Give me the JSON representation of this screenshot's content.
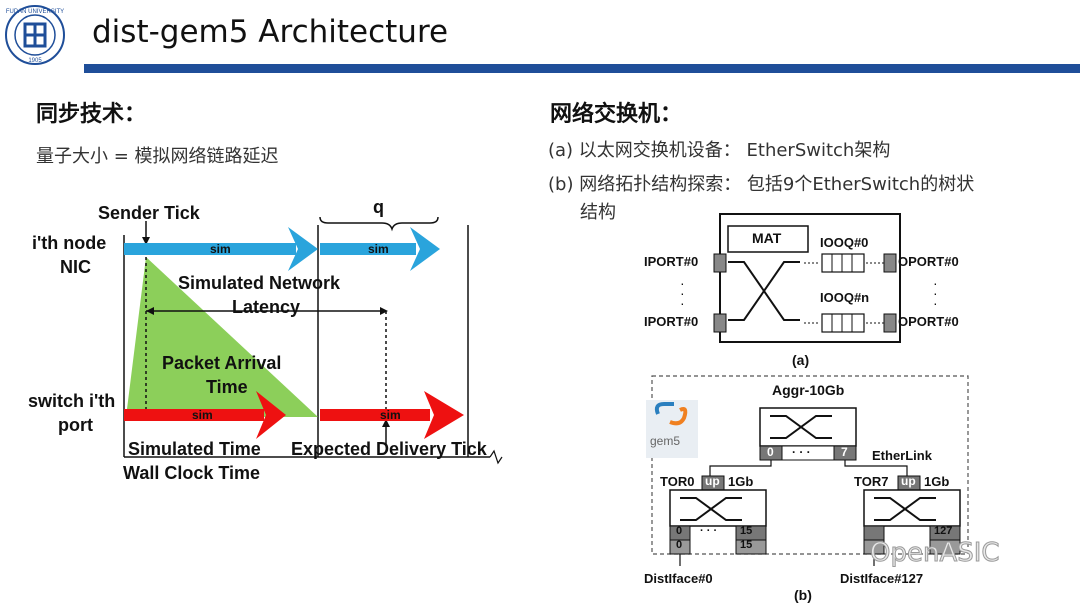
{
  "header": {
    "title": "dist-gem5 Architecture",
    "logo_text": "FUDAN UNIVERSITY",
    "logo_year": "1905",
    "bar_color": "#1f4e99"
  },
  "left": {
    "heading": "同步技术：",
    "line1": "量子大小 = 模拟网络链路延迟",
    "diagram": {
      "sender_tick": "Sender Tick",
      "q": "q",
      "node_label_1": "i'th node",
      "node_label_2": "NIC",
      "sim": "sim",
      "sim_net_1": "Simulated Network",
      "sim_net_2": "Latency",
      "packet_1": "Packet Arrival",
      "packet_2": "Time",
      "switch_1": "switch i'th",
      "switch_2": "port",
      "simulated_time": "Simulated Time",
      "expected_delivery": "Expected Delivery Tick",
      "wall_clock": "Wall Clock Time",
      "colors": {
        "arrow_blue": "#2aa4dc",
        "arrow_red": "#ee1111",
        "triangle": "#8ccf5a"
      }
    }
  },
  "right": {
    "heading": "网络交换机：",
    "item_a": "(a) 以太网交换机设备：  EtherSwitch架构",
    "item_b_1": "(b) 网络拓扑结构探索：  包括9个EtherSwitch的树状",
    "item_b_2": "结构",
    "fig_a": {
      "mat": "MAT",
      "iooq0": "IOOQ#0",
      "iooqn": "IOOQ#n",
      "iport_top": "IPORT#0",
      "iport_bot": "IPORT#0",
      "oport_top": "OPORT#0",
      "oport_bot": "OPORT#0",
      "caption": "(a)"
    },
    "fig_b": {
      "aggr": "Aggr-10Gb",
      "port0": "0",
      "dots": "· · ·",
      "port7": "7",
      "etherlink": "EtherLink",
      "tor0": "TOR0",
      "tor7": "TOR7",
      "up": "up",
      "gb1": "1Gb",
      "p0": "0",
      "p15": "15",
      "p127": "127",
      "distiface0": "DistIface#0",
      "distiface127": "DistIface#127",
      "gem5": "gem5",
      "caption": "(b)"
    }
  },
  "watermark": "OpenASIC"
}
